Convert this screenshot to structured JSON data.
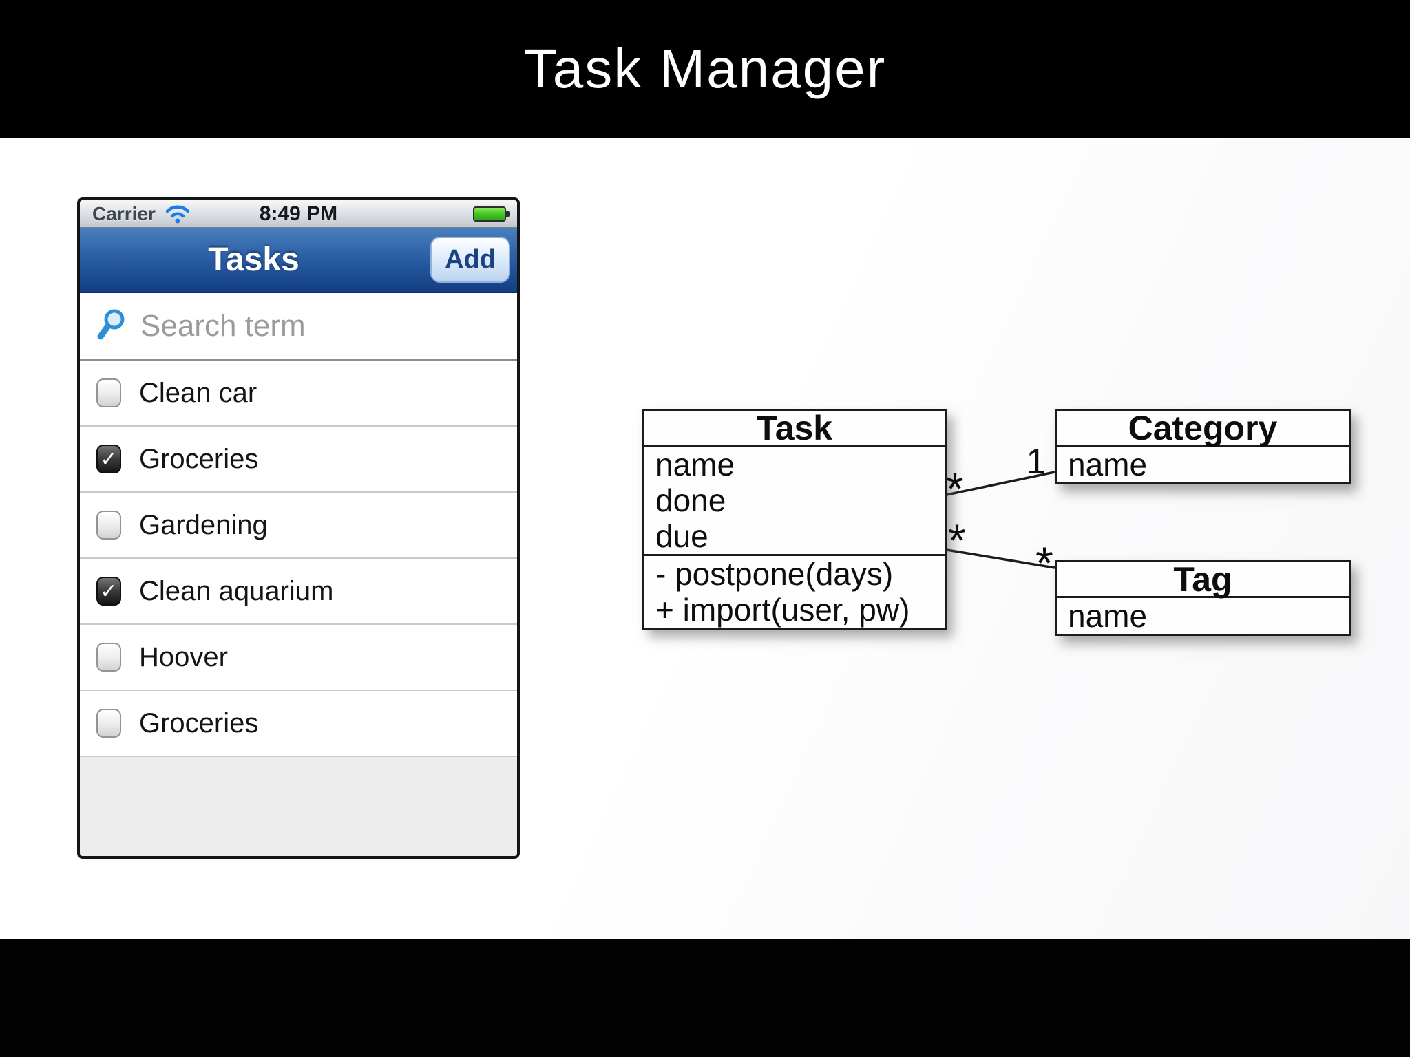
{
  "slide": {
    "title": "Task Manager"
  },
  "phone": {
    "status_bar": {
      "carrier": "Carrier",
      "time": "8:49 PM"
    },
    "nav_bar": {
      "title": "Tasks",
      "add_label": "Add"
    },
    "search": {
      "placeholder": "Search term"
    },
    "tasks": [
      {
        "label": "Clean car",
        "checked": false
      },
      {
        "label": "Groceries",
        "checked": true
      },
      {
        "label": "Gardening",
        "checked": false
      },
      {
        "label": "Clean aquarium",
        "checked": true
      },
      {
        "label": "Hoover",
        "checked": false
      },
      {
        "label": "Groceries",
        "checked": false
      }
    ]
  },
  "uml": {
    "classes": [
      {
        "name": "Task",
        "attributes": [
          "name",
          "done",
          "due"
        ],
        "methods": [
          "- postpone(days)",
          "+ import(user, pw)"
        ]
      },
      {
        "name": "Category",
        "attributes": [
          "name"
        ],
        "methods": []
      },
      {
        "name": "Tag",
        "attributes": [
          "name"
        ],
        "methods": []
      }
    ],
    "associations": [
      {
        "from": "Task",
        "to": "Category",
        "from_mult": "*",
        "to_mult": "1"
      },
      {
        "from": "Task",
        "to": "Tag",
        "from_mult": "*",
        "to_mult": "*"
      }
    ]
  },
  "colors": {
    "nav_blue": "#2b5fa6",
    "add_button_text": "#1d4284",
    "wifi_blue": "#1b7fe0",
    "battery_green": "#47cb27",
    "search_icon_blue": "#2f8fd4",
    "slide_bar": "#000000"
  }
}
